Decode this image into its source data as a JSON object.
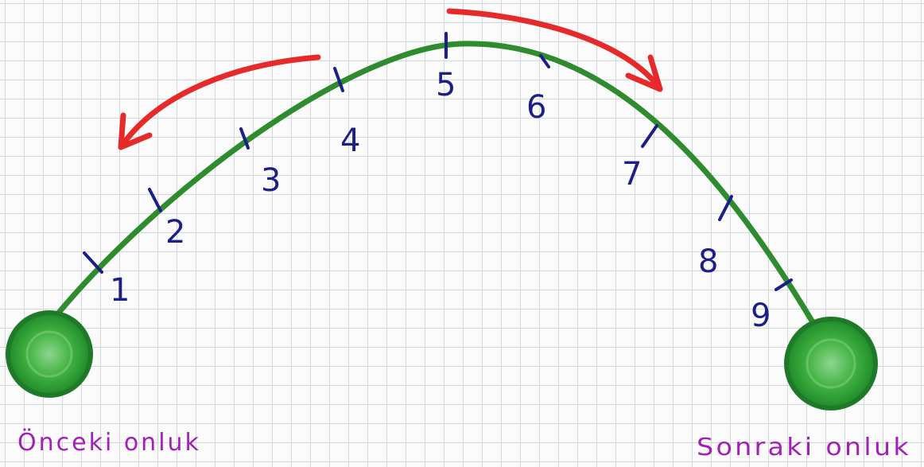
{
  "ticks": [
    {
      "label": "1"
    },
    {
      "label": "2"
    },
    {
      "label": "3"
    },
    {
      "label": "4"
    },
    {
      "label": "5"
    },
    {
      "label": "6"
    },
    {
      "label": "7"
    },
    {
      "label": "8"
    },
    {
      "label": "9"
    }
  ],
  "labels": {
    "previous_ten": "Önceki onluk",
    "next_ten": "Sonraki onluk"
  },
  "colors": {
    "arc": "#2e8b2e",
    "arc_fill": "#4cbb4c",
    "ticks": "#1c1f86",
    "arrows": "#e62a2a",
    "end_labels": "#a320b8"
  },
  "icons": {
    "left_arrow": "curved-arrow-left-icon",
    "right_arrow": "curved-arrow-right-icon"
  }
}
